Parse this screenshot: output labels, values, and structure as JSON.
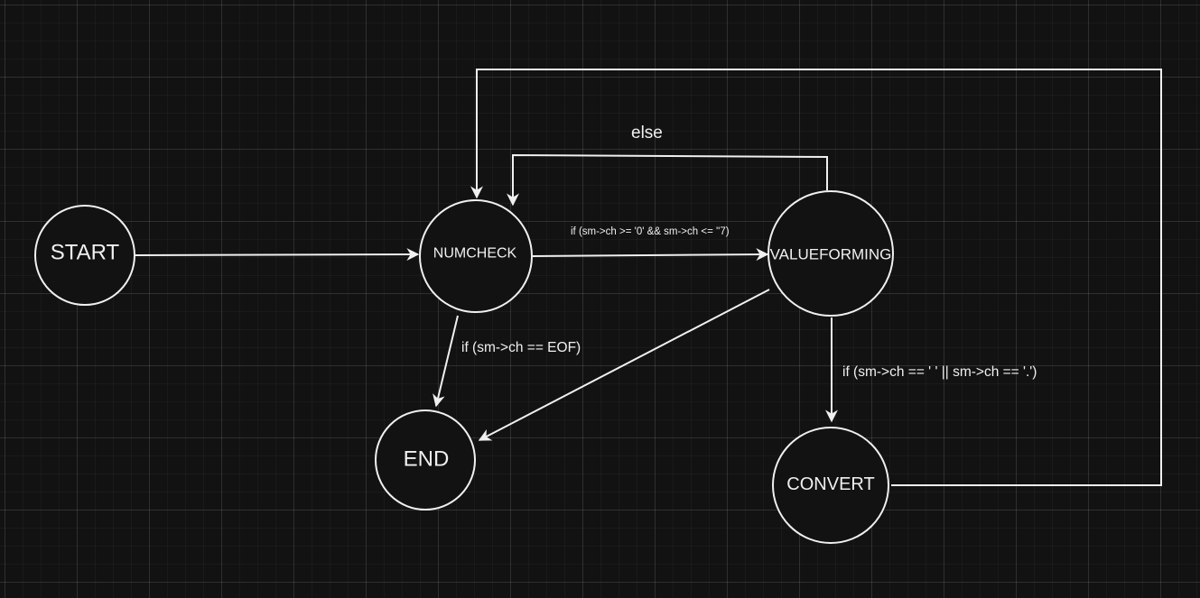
{
  "diagram": {
    "nodes": {
      "start": "START",
      "numcheck": "NUMCHECK",
      "valueforming": "VALUEFORMING",
      "end": "END",
      "convert": "CONVERT"
    },
    "edge_labels": {
      "numcheck_to_valueforming": "if (sm->ch >= '0' && sm->ch <= ''7)",
      "valueforming_to_numcheck": "else",
      "numcheck_to_end": "if (sm->ch == EOF)",
      "valueforming_to_convert": "if (sm->ch == ' ' || sm->ch == '.')"
    },
    "colors": {
      "background": "#121212",
      "stroke": "#f0f0f0",
      "text": "#f0f0f0"
    }
  }
}
